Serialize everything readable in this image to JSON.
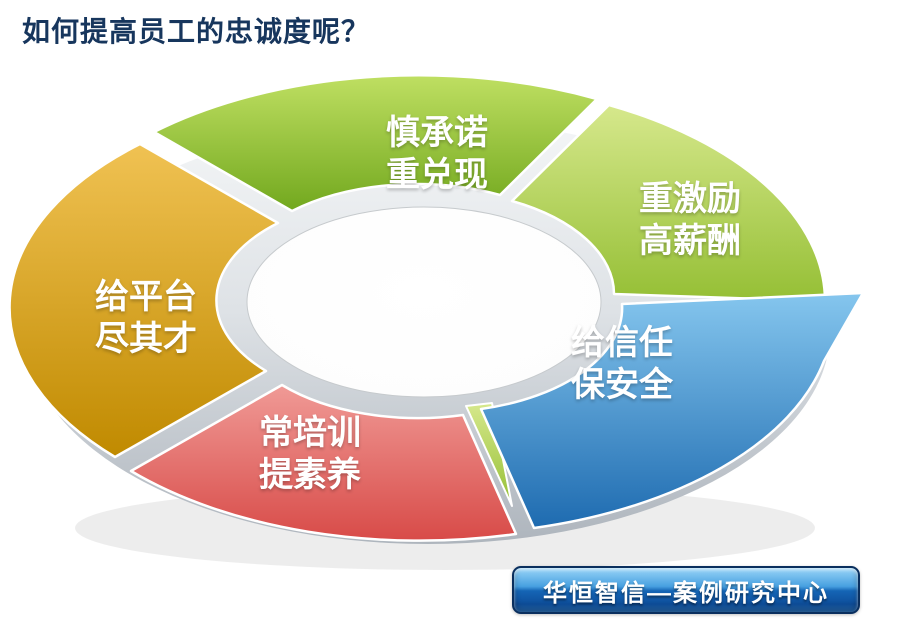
{
  "title": "如何提高员工的忠诚度呢？",
  "diagram": {
    "type": "donut-concept-diagram",
    "segments": [
      {
        "id": "promise",
        "line1": "慎承诺",
        "line2": "重兑现",
        "color": "#8CC63E",
        "position": "top"
      },
      {
        "id": "incentive",
        "line1": "重激励",
        "line2": "高薪酬",
        "color": "#ADD14C",
        "position": "right"
      },
      {
        "id": "trust",
        "line1": "给信任",
        "line2": "保安全",
        "color": "#2E86C8",
        "position": "bottom-right"
      },
      {
        "id": "training",
        "line1": "常培训",
        "line2": "提素养",
        "color": "#E0605C",
        "position": "bottom"
      },
      {
        "id": "platform",
        "line1": "给平台",
        "line2": "尽其才",
        "color": "#D79A00",
        "position": "left"
      }
    ],
    "colors": {
      "title_text": "#17365D",
      "label_text": "#FFFFFF",
      "base_rim": "#AEB5BD",
      "badge_border": "#0A2F5E",
      "badge_blue": "#1565B5"
    }
  },
  "footer": {
    "badge_label": "华恒智信—案例研究中心"
  }
}
